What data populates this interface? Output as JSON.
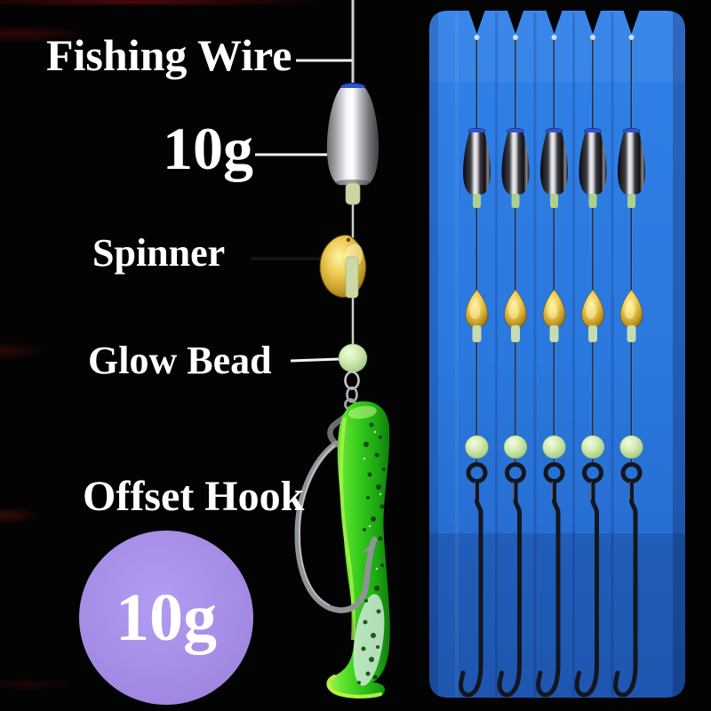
{
  "product": {
    "type": "fishing-rig-set",
    "annotations": {
      "fishing_wire_label": "Fishing Wire",
      "weight_label": "10g",
      "spinner_label": "Spinner",
      "glow_bead_label": "Glow Bead",
      "offset_hook_label": "Offset Hook"
    },
    "badge": {
      "text": "10g"
    },
    "card": {
      "rig_count": 5,
      "rig_components": [
        "bullet-weight",
        "spinner-blade",
        "glow-bead",
        "offset-hook"
      ]
    },
    "colors": {
      "background": "#030303",
      "card_blue": "#2b78de",
      "badge_purple": "#a288e2",
      "label_text": "#ffffff",
      "spinner_gold": "#f0cf5a",
      "glow_bead_green": "#d4ecb4",
      "lure_green": "#2fc51a",
      "weight_silver": "#f5f5f8",
      "hook_black": "#15161d"
    }
  }
}
